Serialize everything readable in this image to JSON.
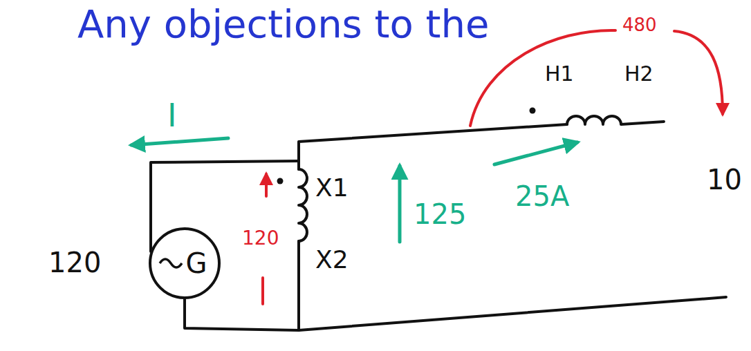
{
  "diagram": {
    "title": "Any objections to the",
    "nodes": [
      {
        "text": [
          "G"
        ]
      }
    ],
    "labels": [
      "I",
      "120",
      "120",
      "X1",
      "X2",
      "125",
      "25A",
      "H1",
      "H2",
      "480",
      "10"
    ]
  }
}
